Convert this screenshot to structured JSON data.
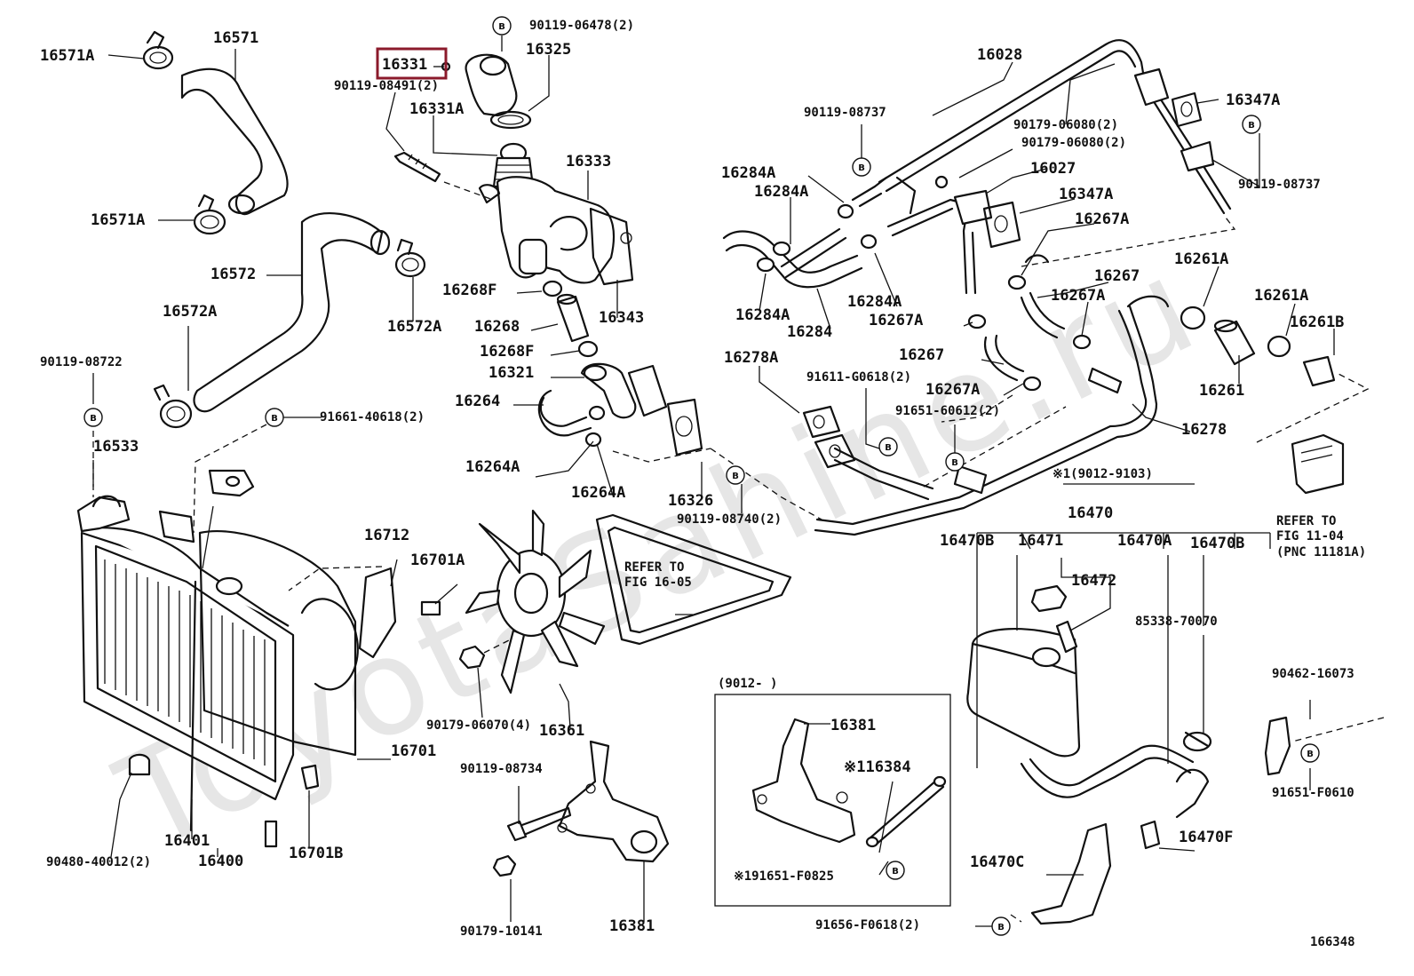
{
  "diagram": {
    "drawing_number": "166348",
    "watermark": "ToyotaSahine.ru",
    "highlighted_part": "16331",
    "bolt_marker": "B",
    "labels": {
      "p16571A_top": "16571A",
      "p16571": "16571",
      "p16571A_mid": "16571A",
      "p16572": "16572",
      "p16572A_left": "16572A",
      "p16572A_right": "16572A",
      "p90119_08722": "90119-08722",
      "p91661_40618": "91661-40618(2)",
      "p16533": "16533",
      "p90119_06478": "90119-06478(2)",
      "p16331": "16331",
      "p16325": "16325",
      "p90119_08491": "90119-08491(2)",
      "p16331A": "16331A",
      "p16333": "16333",
      "p16268F_top": "16268F",
      "p16268": "16268",
      "p16268F_bot": "16268F",
      "p16343": "16343",
      "p16321": "16321",
      "p16264": "16264",
      "p16264A_left": "16264A",
      "p16264A_right": "16264A",
      "p16326": "16326",
      "p90119_08740": "90119-08740(2)",
      "p16028": "16028",
      "p90119_08737_top": "90119-08737",
      "p90179_06080_a": "90179-06080(2)",
      "p90179_06080_b": "90179-06080(2)",
      "p16347A_top": "16347A",
      "p90119_08737_right": "90119-08737",
      "p16284A_1": "16284A",
      "p16284A_2": "16284A",
      "p16027": "16027",
      "p16347A_mid": "16347A",
      "p16267A_top": "16267A",
      "p16267_top": "16267",
      "p16261A_1": "16261A",
      "p16267A_mid": "16267A",
      "p16261A_2": "16261A",
      "p16261B": "16261B",
      "p16284A_3": "16284A",
      "p16284A_4": "16284A",
      "p16267A_low": "16267A",
      "p16284": "16284",
      "p16267_mid": "16267",
      "p16278A": "16278A",
      "p91611_G0618": "91611-G0618(2)",
      "p16267A_bot": "16267A",
      "p91651_60612": "91651-60612(2)",
      "p16261": "16261",
      "p16278": "16278",
      "note_9012_9103": "※1(9012-9103)",
      "p16470": "16470",
      "p16470B_left": "16470B",
      "p16471": "16471",
      "p16470A": "16470A",
      "p16470B_right": "16470B",
      "p16472": "16472",
      "p85338_70070": "85338-70070",
      "refer_11_line1": "REFER TO",
      "refer_11_line2": "FIG 11-04",
      "refer_11_line3": "(PNC 11181A)",
      "p90462_16073": "90462-16073",
      "p91651_F0610": "91651-F0610",
      "p16470F": "16470F",
      "p16470C": "16470C",
      "p91656_F0618": "91656-F0618(2)",
      "p16712": "16712",
      "p16701A": "16701A",
      "refer_16_line1": "REFER TO",
      "refer_16_line2": "FIG 16-05",
      "p16701": "16701",
      "p16401": "16401",
      "p16400": "16400",
      "p16701B": "16701B",
      "p90480_40012": "90480-40012(2)",
      "p90179_06070": "90179-06070(4)",
      "p16361": "16361",
      "p90119_08734": "90119-08734",
      "p90179_10141": "90179-10141",
      "p16381_bot": "16381",
      "inset_title": "(9012-     )",
      "p16381_inset": "16381",
      "p16384": "※116384",
      "p91651_F0825": "※191651-F0825"
    }
  }
}
